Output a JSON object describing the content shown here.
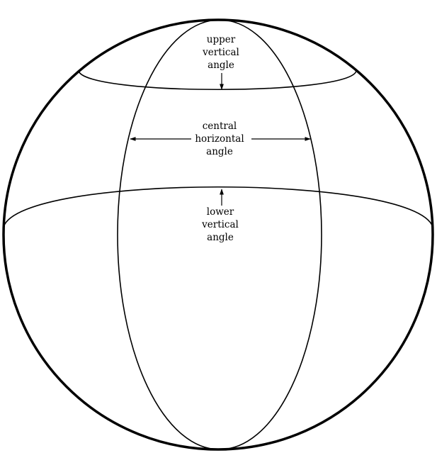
{
  "labels": {
    "upper_vertical_angle": [
      "upper",
      "vertical",
      "angle"
    ],
    "central_horizontal_angle": [
      "central",
      "horizontal",
      "angle"
    ],
    "lower_vertical_angle": [
      "lower",
      "vertical",
      "angle"
    ]
  },
  "colors": {
    "stroke": "#000000",
    "background": "#ffffff"
  }
}
